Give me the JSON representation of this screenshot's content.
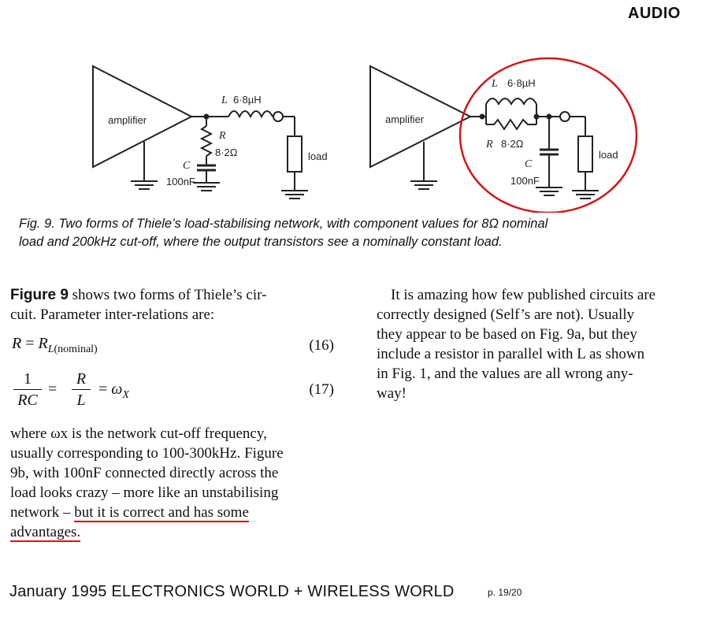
{
  "header": {
    "section": "AUDIO"
  },
  "figure": {
    "left": {
      "amplifier": "amplifier",
      "inductor_symbol": "L",
      "inductor_value": "6·8µH",
      "resistor_symbol": "R",
      "resistor_value": "8·2Ω",
      "capacitor_symbol": "C",
      "capacitor_value": "100nF",
      "load": "load"
    },
    "right": {
      "amplifier": "amplifier",
      "inductor_symbol": "L",
      "inductor_value": "6·8µH",
      "resistor_symbol": "R",
      "resistor_value": "8·2Ω",
      "capacitor_symbol": "C",
      "capacitor_value": "100nF",
      "load": "load"
    },
    "highlight_color": "#d01818",
    "caption_line1": "Fig. 9. Two forms of Thiele’s load-stabilising network, with component values for 8Ω nominal",
    "caption_line2": "load and 200kHz cut-off, where the output transistors see a nominally constant load."
  },
  "left_column": {
    "intro_bold": "Figure 9",
    "intro_rest": " shows two forms of Thiele’s cir-",
    "intro_line2": "cuit. Parameter inter-relations are:",
    "eq16_lhs": "R",
    "eq16_eq": " = ",
    "eq16_rhs": "R",
    "eq16_sub": "L(nominal)",
    "eq16_num": "(16)",
    "eq17_num1": "1",
    "eq17_den1": "RC",
    "eq17_num2": "R",
    "eq17_den2": "L",
    "eq17_rhs": "ω",
    "eq17_rhs_sub": "X",
    "eq17_num": "(17)",
    "para_l1": "where ωx is the network cut-off frequency,",
    "para_l2": "usually corresponding to 100-300kHz. Figure",
    "para_l3": "9b, with 100nF connected directly across the",
    "para_l4": "load looks crazy – more like an unstabilising",
    "para_l5a": "network – ",
    "para_l5b": "but it is correct and has some",
    "para_l6": "advantages."
  },
  "right_column": {
    "l1": "It is amazing how few published circuits are",
    "l2": "correctly designed (Self’s are not). Usually",
    "l3": "they appear to be based on Fig. 9a, but they",
    "l4": "include a resistor in parallel with L as shown",
    "l5": "in Fig. 1, and the values are all wrong any-",
    "l6": "way!"
  },
  "footer": {
    "publication": "January 1995 ELECTRONICS WORLD + WIRELESS WORLD",
    "page": "p. 19/20"
  }
}
